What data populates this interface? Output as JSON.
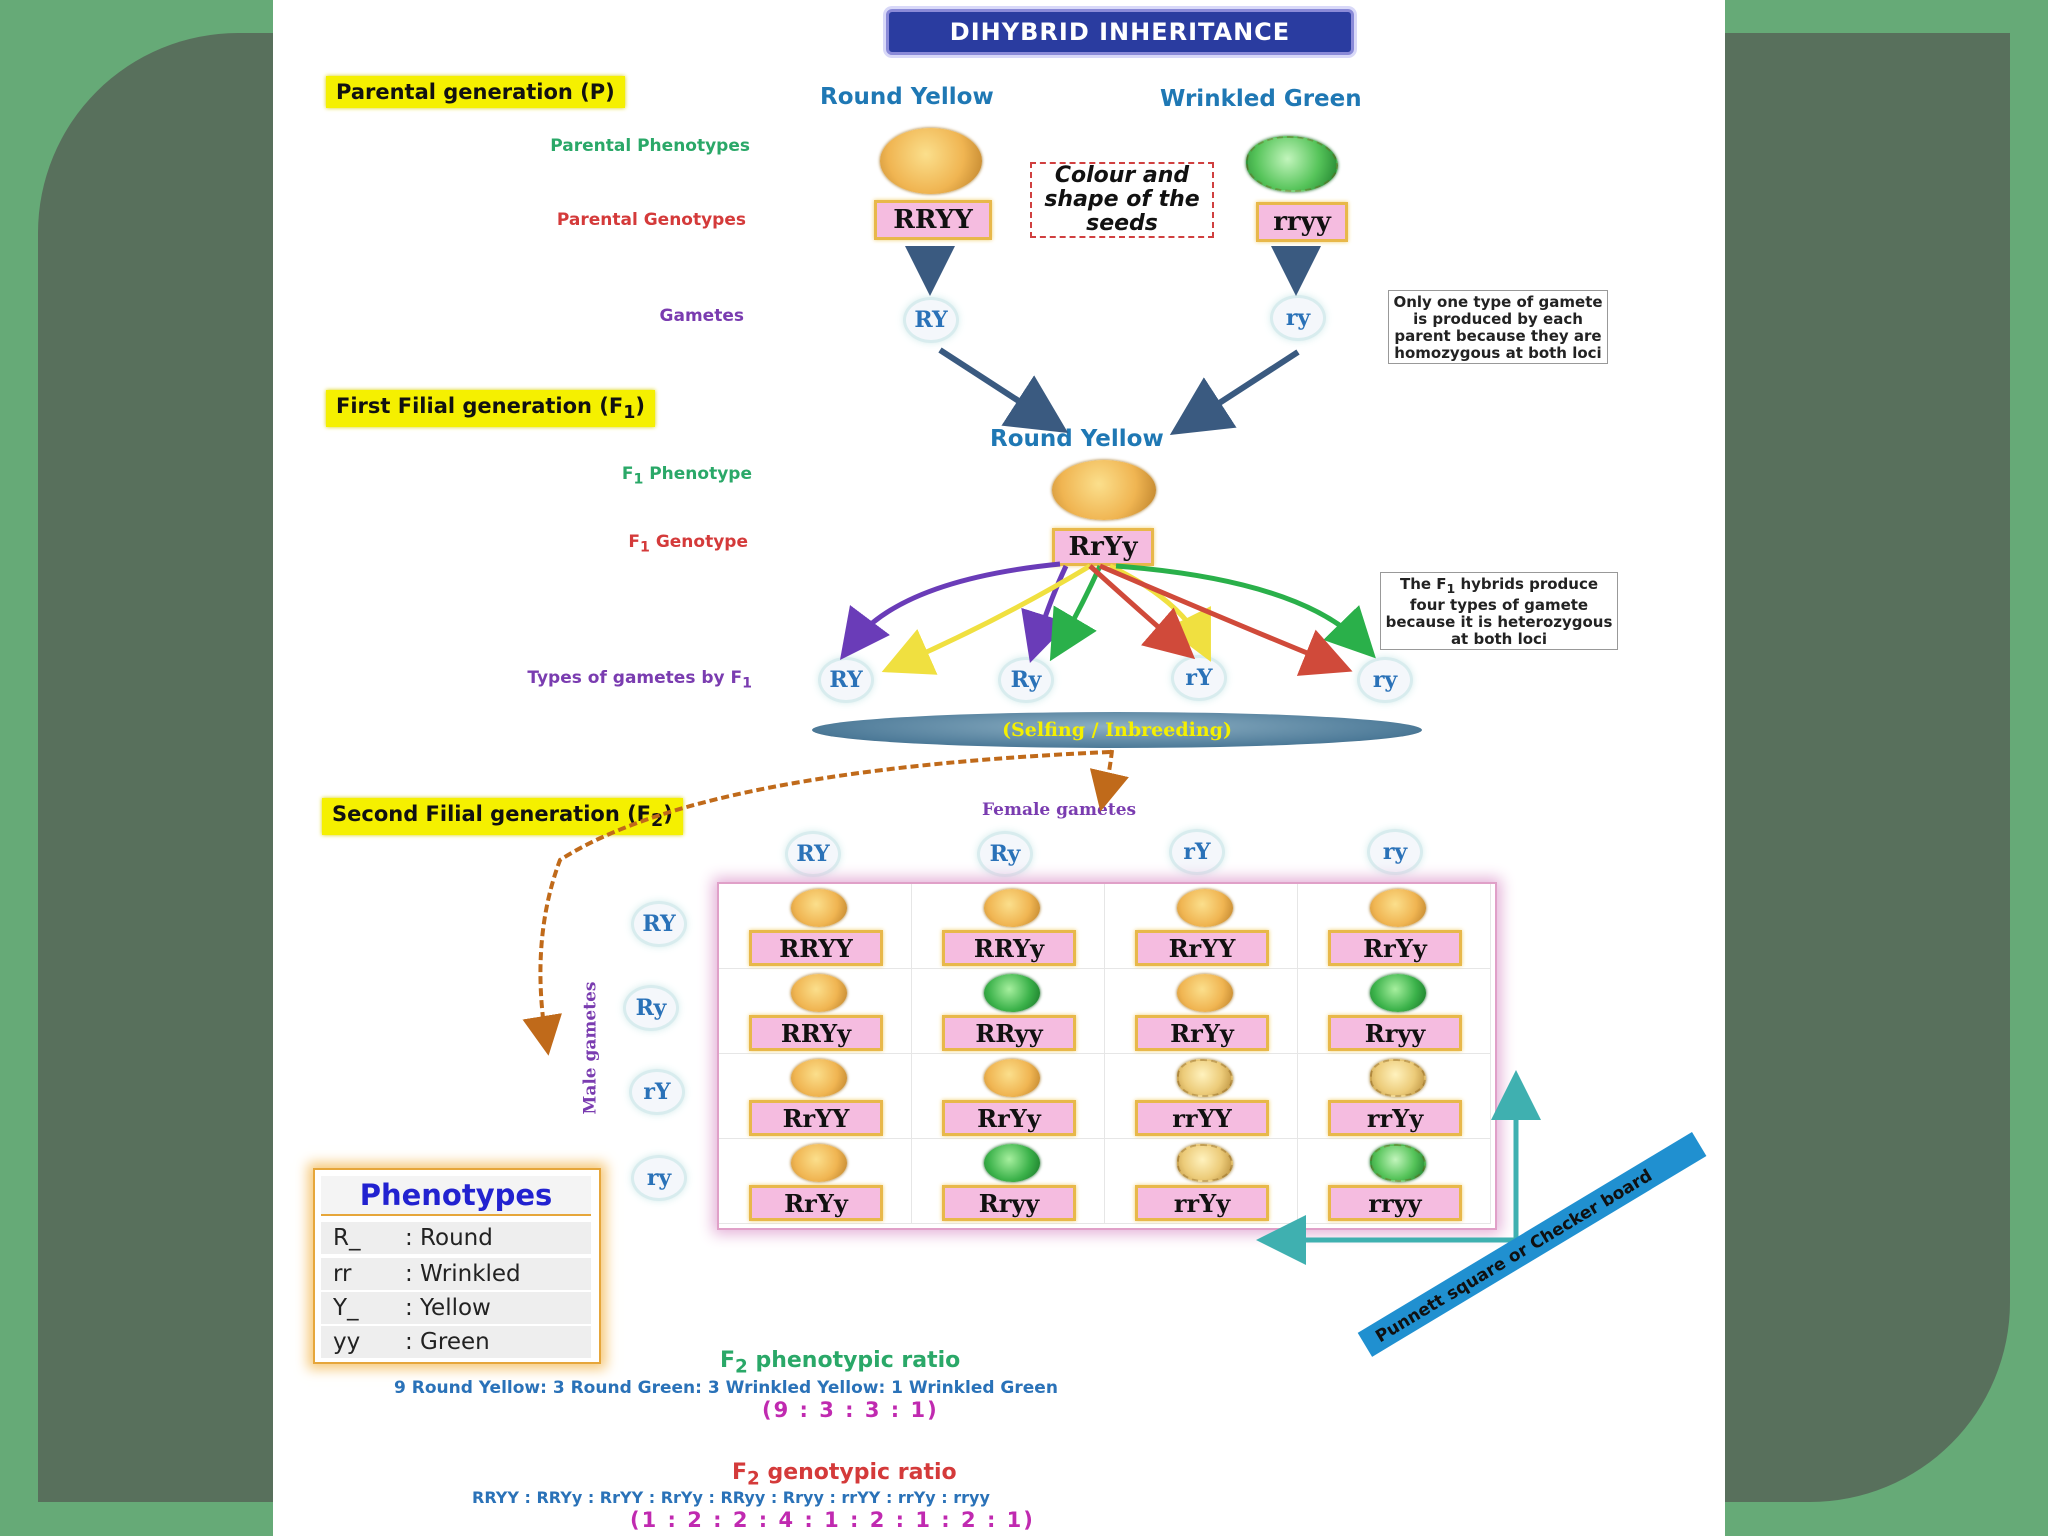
{
  "title": "DIHYBRID INHERITANCE",
  "parental": {
    "gen_label": "Parental generation (P)",
    "phenotypes_label": "Parental Phenotypes",
    "genotypes_label": "Parental Genotypes",
    "gametes_label": "Gametes",
    "parent1": {
      "phenotype": "Round Yellow",
      "genotype": "RRYY",
      "gamete": "RY"
    },
    "parent2": {
      "phenotype": "Wrinkled Green",
      "genotype": "rryy",
      "gamete": "ry"
    },
    "seed_note": "Colour and shape of the seeds",
    "gamete_note": "Only one type of gamete is produced by each parent because they are homozygous at both loci"
  },
  "f1": {
    "gen_label_main": "First Filial generation (F",
    "gen_label_sub": "1",
    "gen_label_end": ")",
    "phenotype_head": "Round Yellow",
    "phenotype_label_pre": "F",
    "phenotype_label_sub": "1",
    "phenotype_label_post": " Phenotype",
    "genotype_label_pre": "F",
    "genotype_label_sub": "1",
    "genotype_label_post": " Genotype",
    "genotype": "RrYy",
    "gametes_label_pre": "Types of gametes by F",
    "gametes_label_sub": "1",
    "gametes": [
      "RY",
      "Ry",
      "rY",
      "ry"
    ],
    "note_pre": "The F",
    "note_sub": "1",
    "note_post": " hybrids produce four types of gamete because it is heterozygous at both loci"
  },
  "selfing": "(Selfing / Inbreeding)",
  "f2": {
    "gen_label_main": "Second Filial generation (F",
    "gen_label_sub": "2",
    "gen_label_end": ")",
    "female_label": "Female gametes",
    "male_label": "Male gametes",
    "female_gametes": [
      "RY",
      "Ry",
      "rY",
      "ry"
    ],
    "male_gametes": [
      "RY",
      "Ry",
      "rY",
      "ry"
    ],
    "grid": [
      [
        {
          "g": "RRYY",
          "s": "round-yellow"
        },
        {
          "g": "RRYy",
          "s": "round-yellow"
        },
        {
          "g": "RrYY",
          "s": "round-yellow"
        },
        {
          "g": "RrYy",
          "s": "round-yellow"
        }
      ],
      [
        {
          "g": "RRYy",
          "s": "round-yellow"
        },
        {
          "g": "RRyy",
          "s": "round-green"
        },
        {
          "g": "RrYy",
          "s": "round-yellow"
        },
        {
          "g": "Rryy",
          "s": "round-green"
        }
      ],
      [
        {
          "g": "RrYY",
          "s": "round-yellow"
        },
        {
          "g": "RrYy",
          "s": "round-yellow"
        },
        {
          "g": "rrYY",
          "s": "wrinkled-yellow"
        },
        {
          "g": "rrYy",
          "s": "wrinkled-yellow"
        }
      ],
      [
        {
          "g": "RrYy",
          "s": "round-yellow"
        },
        {
          "g": "Rryy",
          "s": "round-green"
        },
        {
          "g": "rrYy",
          "s": "wrinkled-yellow"
        },
        {
          "g": "rryy",
          "s": "wrinkled-green"
        }
      ]
    ],
    "punnett_label": "Punnett square or Checker board"
  },
  "phenotypes_legend": {
    "title": "Phenotypes",
    "rows": [
      {
        "key": "R_",
        "value": ": Round"
      },
      {
        "key": "rr",
        "value": ": Wrinkled"
      },
      {
        "key": "Y_",
        "value": ": Yellow"
      },
      {
        "key": "yy",
        "value": ": Green"
      }
    ]
  },
  "ratios": {
    "pheno_head_pre": "F",
    "pheno_head_sub": "2",
    "pheno_head_post": " phenotypic ratio",
    "pheno_text": "9 Round Yellow: 3 Round Green: 3 Wrinkled Yellow: 1 Wrinkled Green",
    "pheno_nums": "(9 : 3 : 3 : 1)",
    "geno_head_pre": "F",
    "geno_head_sub": "2",
    "geno_head_post": " genotypic ratio",
    "geno_text": "RRYY : RRYy : RrYY : RrYy : RRyy : Rryy : rrYY : rrYy : rryy",
    "geno_nums": "(1 : 2 : 2 : 4 : 1 : 2 : 1 : 2 : 1)"
  },
  "colors": {
    "background": "#66aa77",
    "panel": "#58705c",
    "gen_label_bg": "#f5f000",
    "phenotype_blue": "#1f78b4",
    "genotype_pink": "#f5bce0",
    "arrow_purple": "#6a3cb8",
    "arrow_yellow": "#f0e040",
    "arrow_green": "#2ab04a",
    "arrow_red": "#d04a3a"
  }
}
